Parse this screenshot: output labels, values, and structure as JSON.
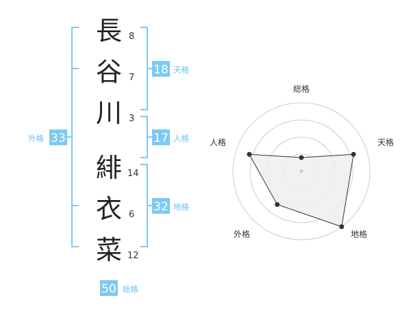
{
  "name": {
    "characters": [
      {
        "char": "長",
        "strokes": "8"
      },
      {
        "char": "谷",
        "strokes": "7"
      },
      {
        "char": "川",
        "strokes": "3"
      },
      {
        "char": "緋",
        "strokes": "14"
      },
      {
        "char": "衣",
        "strokes": "6"
      },
      {
        "char": "菜",
        "strokes": "12"
      }
    ]
  },
  "kaku": {
    "tenkaku": {
      "value": "18",
      "label": "天格"
    },
    "jinkaku": {
      "value": "17",
      "label": "人格"
    },
    "chikaku": {
      "value": "32",
      "label": "地格"
    },
    "gaikaku": {
      "value": "33",
      "label": "外格"
    },
    "soukaku": {
      "value": "50",
      "label": "総格"
    }
  },
  "radar": {
    "axes": [
      "総格",
      "天格",
      "地格",
      "外格",
      "人格"
    ],
    "values": [
      1,
      4,
      5,
      3,
      4
    ],
    "max": 5,
    "rings": 4,
    "fill_color": "#eeeeee",
    "ring_color": "#cccccc",
    "line_color": "#333333",
    "accent": "#7ccaf2"
  }
}
